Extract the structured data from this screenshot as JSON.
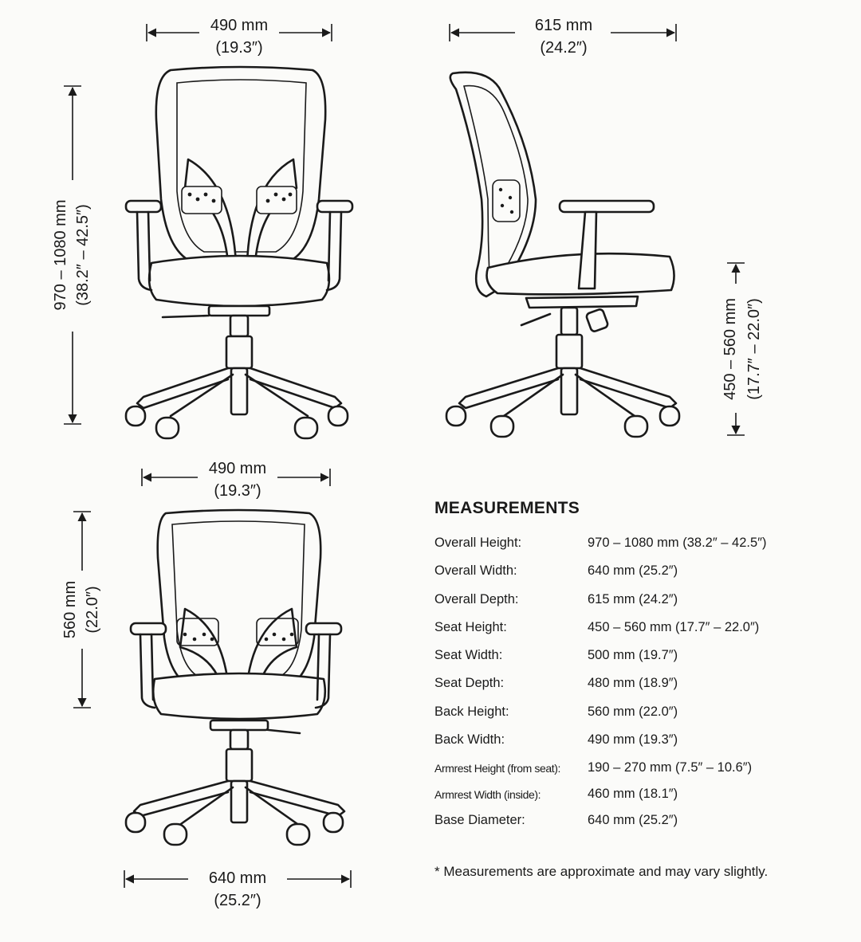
{
  "front_view": {
    "width_mm": "490 mm",
    "width_in": "(19.3″)",
    "height_mm": "970 – 1080 mm",
    "height_in": "(38.2″ – 42.5″)"
  },
  "side_view": {
    "depth_mm": "615 mm",
    "depth_in": "(24.2″)",
    "seat_height_mm": "450 – 560 mm",
    "seat_height_in": "(17.7″ – 22.0″)"
  },
  "back_view": {
    "width_mm": "490 mm",
    "width_in": "(19.3″)",
    "height_mm": "560 mm",
    "height_in": "(22.0″)",
    "base_mm": "640 mm",
    "base_in": "(25.2″)"
  },
  "measurements": {
    "title": "MEASUREMENTS",
    "rows": [
      {
        "label": "Overall Height:",
        "value": "970 – 1080 mm (38.2″ – 42.5″)"
      },
      {
        "label": "Overall Width:",
        "value": "640 mm (25.2″)"
      },
      {
        "label": "Overall Depth:",
        "value": "615 mm (24.2″)"
      },
      {
        "label": "Seat Height:",
        "value": "450 – 560 mm (17.7″ – 22.0″)"
      },
      {
        "label": "Seat Width:",
        "value": "500 mm (19.7″)"
      },
      {
        "label": "Seat Depth:",
        "value": "480 mm (18.9″)"
      },
      {
        "label": "Back Height:",
        "value": "560 mm (22.0″)"
      },
      {
        "label": "Back Width:",
        "value": "490 mm (19.3″)"
      },
      {
        "label": "Armrest Height (from seat):",
        "value": "190 – 270 mm (7.5″ – 10.6″)"
      },
      {
        "label": "Armrest Width (inside):",
        "value": "460 mm (18.1″)"
      },
      {
        "label": "Base Diameter:",
        "value": "640 mm (25.2″)"
      }
    ],
    "note": "* Measurements are approximate and may vary slightly."
  },
  "colors": {
    "ink": "#1a1a1a",
    "paper": "#fbfbf9"
  }
}
